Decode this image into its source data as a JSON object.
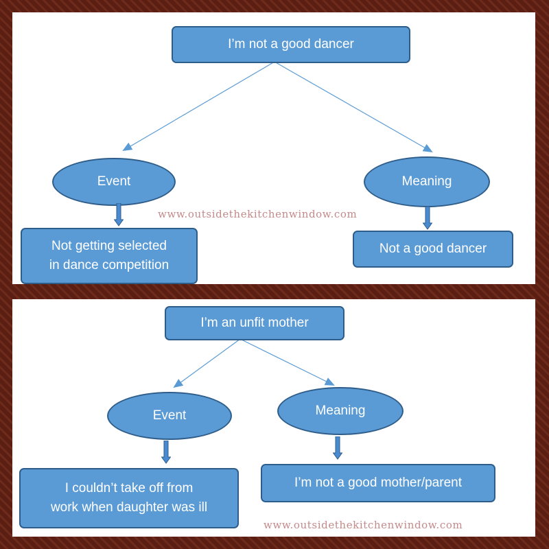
{
  "colors": {
    "box_fill": "#5b9bd5",
    "box_border": "#2f5d8a",
    "connector": "#5b9bd5",
    "arrow_fill": "#4a8ad0",
    "arrow_border": "#2f5d8a",
    "watermark": "#c4898a",
    "frame": "#5a1e12"
  },
  "diagrams": [
    {
      "root": "I’m not a good dancer",
      "event_label": "Event",
      "meaning_label": "Meaning",
      "event_detail": [
        "Not getting selected",
        "in dance competition"
      ],
      "meaning_detail": "Not a good dancer",
      "watermark": "www.outsidethekitchenwindow.com"
    },
    {
      "root": "I’m an unfit mother",
      "event_label": "Event",
      "meaning_label": "Meaning",
      "event_detail": [
        "I couldn’t take off from",
        "work when daughter was ill"
      ],
      "meaning_detail": "I’m not a good mother/parent",
      "watermark": "www.outsidethekitchenwindow.com"
    }
  ]
}
